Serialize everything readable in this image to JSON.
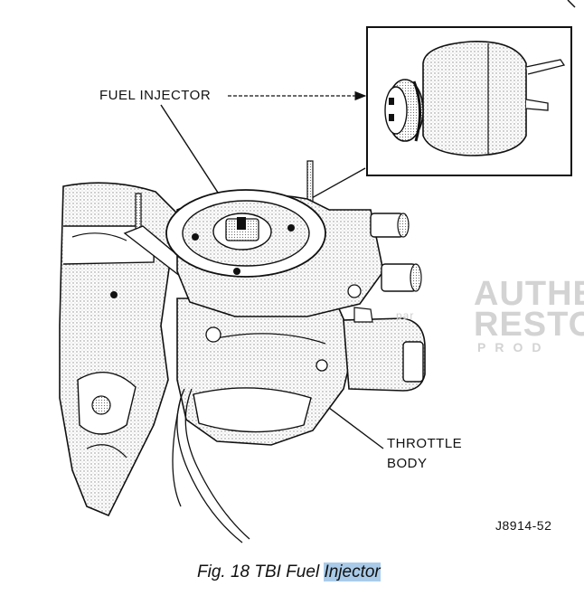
{
  "labels": {
    "fuel_injector": "FUEL INJECTOR",
    "throttle": "THROTTLE",
    "body": "BODY",
    "figure_code": "J8914-52"
  },
  "caption": {
    "prefix": "Fig. 18 TBI Fuel ",
    "highlighted": "Injector"
  },
  "watermark": {
    "line1": "AUTHE",
    "line2": "RESTO",
    "line3": "PROD",
    "small": "par"
  },
  "colors": {
    "ink": "#111111",
    "stipple": "#9a9a9a",
    "watermark": "#d3d3d3",
    "selection_highlight": "#a9cbe9"
  }
}
